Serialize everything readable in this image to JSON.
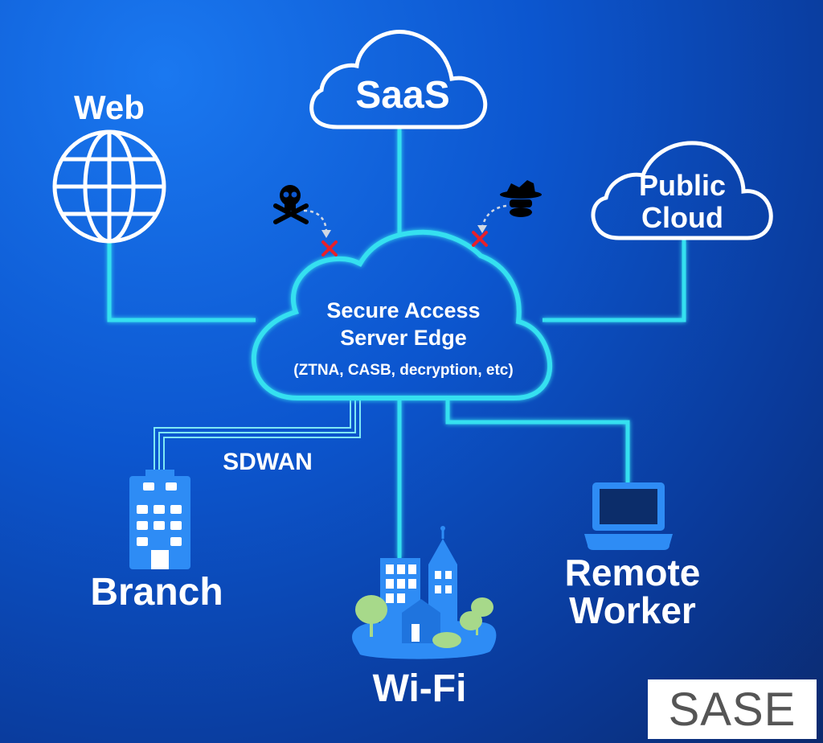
{
  "colors": {
    "background": "#0c56cf",
    "link": "#34e0f0",
    "icon_blue": "#2e8cf5",
    "white": "#ffffff",
    "blocked": "#e8202a",
    "tree_green": "#a7d98a"
  },
  "nodes": {
    "web": {
      "label": "Web",
      "icon": "globe-icon"
    },
    "saas": {
      "label": "SaaS",
      "icon": "cloud-icon"
    },
    "public_cloud": {
      "label_line1": "Public",
      "label_line2": "Cloud",
      "icon": "cloud-icon"
    },
    "sase_core": {
      "title_line1": "Secure Access",
      "title_line2": "Server Edge",
      "subtitle": "(ZTNA, CASB, decryption, etc)",
      "icon": "cloud-icon"
    },
    "branch": {
      "label": "Branch",
      "icon": "office-building-icon"
    },
    "wifi": {
      "label": "Wi-Fi",
      "icon": "town-icon"
    },
    "remote_worker": {
      "label_line1": "Remote",
      "label_line2": "Worker",
      "icon": "laptop-icon"
    }
  },
  "link_labels": {
    "sdwan": "SDWAN"
  },
  "threats": [
    {
      "icon": "skull-crossbones-icon",
      "status": "blocked"
    },
    {
      "icon": "hacker-hat-icon",
      "status": "blocked"
    }
  ],
  "badge": {
    "text": "SASE"
  }
}
